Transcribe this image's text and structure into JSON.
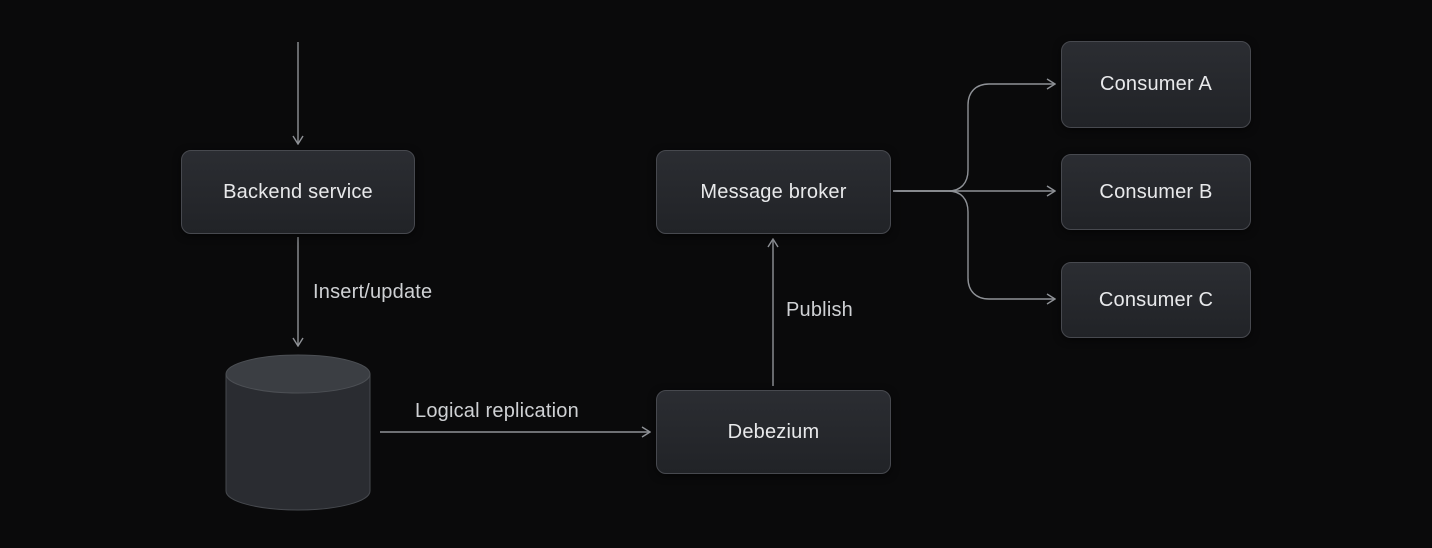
{
  "diagram": {
    "nodes": {
      "backend_service": "Backend service",
      "message_broker": "Message broker",
      "debezium": "Debezium",
      "consumer_a": "Consumer A",
      "consumer_b": "Consumer B",
      "consumer_c": "Consumer C"
    },
    "edge_labels": {
      "insert_update": "Insert/update",
      "logical_replication": "Logical replication",
      "publish": "Publish"
    },
    "icons": {
      "database": "database-cylinder-icon"
    },
    "colors": {
      "background": "#0a0a0b",
      "node_fill_top": "#2b2d32",
      "node_fill_bottom": "#212327",
      "node_border": "#47494f",
      "node_text": "#e8e9eb",
      "arrow": "#8f9297",
      "edge_label_text": "#cfd1d4",
      "cylinder_top": "#3b3e43",
      "cylinder_body": "#2a2c31"
    }
  }
}
